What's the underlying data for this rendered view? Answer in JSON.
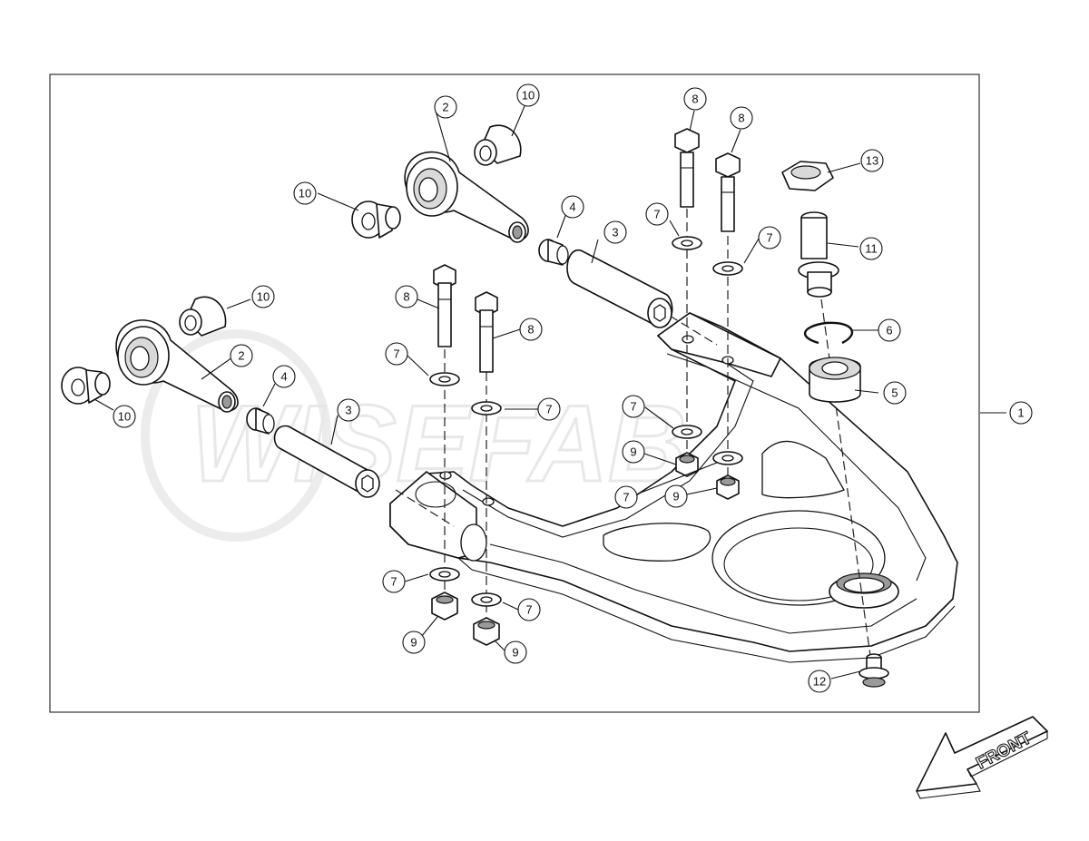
{
  "diagram": {
    "title": "Front upper control arm exploded view",
    "watermark_text": "WISEFAB",
    "direction_label": "FRONT",
    "callouts": [
      {
        "id": "c1",
        "label": "1"
      },
      {
        "id": "c2a",
        "label": "2"
      },
      {
        "id": "c2b",
        "label": "2"
      },
      {
        "id": "c3a",
        "label": "3"
      },
      {
        "id": "c3b",
        "label": "3"
      },
      {
        "id": "c4a",
        "label": "4"
      },
      {
        "id": "c4b",
        "label": "4"
      },
      {
        "id": "c5",
        "label": "5"
      },
      {
        "id": "c6",
        "label": "6"
      },
      {
        "id": "c7a",
        "label": "7"
      },
      {
        "id": "c7b",
        "label": "7"
      },
      {
        "id": "c7c",
        "label": "7"
      },
      {
        "id": "c7d",
        "label": "7"
      },
      {
        "id": "c7e",
        "label": "7"
      },
      {
        "id": "c7f",
        "label": "7"
      },
      {
        "id": "c7g",
        "label": "7"
      },
      {
        "id": "c7h",
        "label": "7"
      },
      {
        "id": "c8a",
        "label": "8"
      },
      {
        "id": "c8b",
        "label": "8"
      },
      {
        "id": "c8c",
        "label": "8"
      },
      {
        "id": "c8d",
        "label": "8"
      },
      {
        "id": "c9a",
        "label": "9"
      },
      {
        "id": "c9b",
        "label": "9"
      },
      {
        "id": "c9c",
        "label": "9"
      },
      {
        "id": "c9d",
        "label": "9"
      },
      {
        "id": "c10a",
        "label": "10"
      },
      {
        "id": "c10b",
        "label": "10"
      },
      {
        "id": "c10c",
        "label": "10"
      },
      {
        "id": "c10d",
        "label": "10"
      },
      {
        "id": "c11",
        "label": "11"
      },
      {
        "id": "c12",
        "label": "12"
      },
      {
        "id": "c13",
        "label": "13"
      }
    ]
  }
}
